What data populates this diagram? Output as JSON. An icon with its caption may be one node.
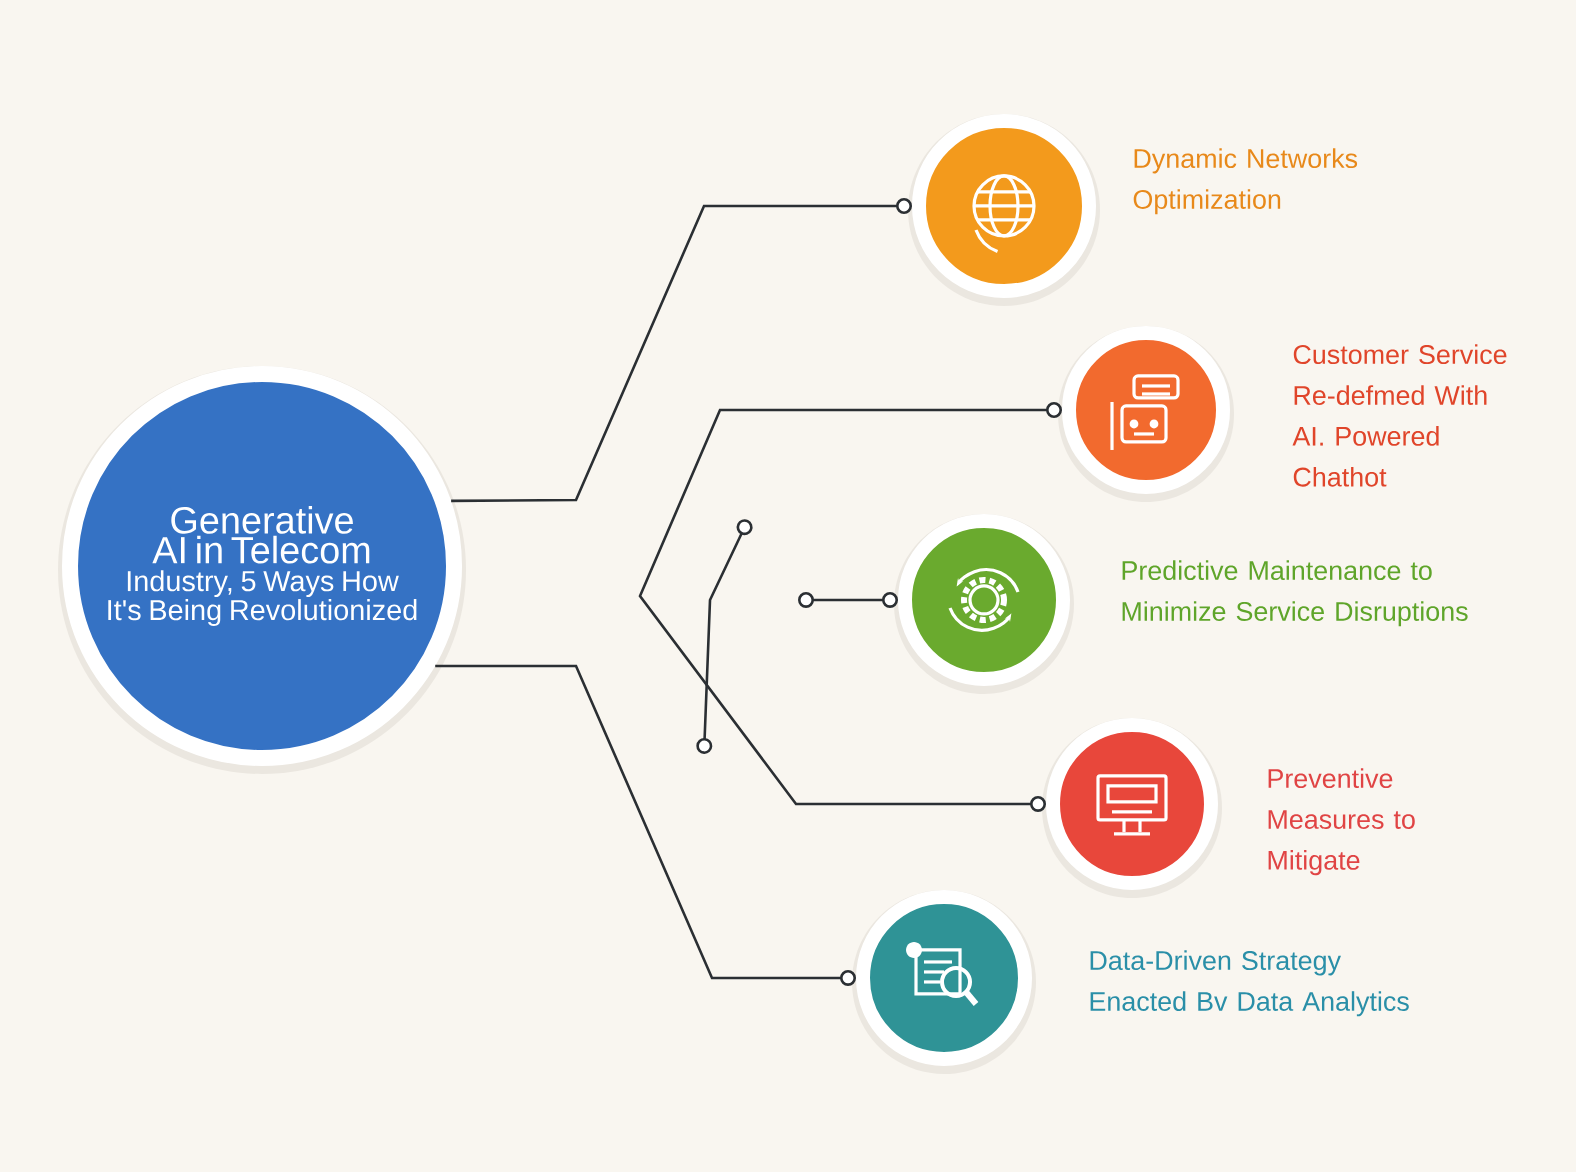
{
  "diagram": {
    "nodes": [
      {
        "text": [
          "Generative AI in Telecom",
          "Industry, 5 Ways How It's Being Revolutionized"
        ]
      },
      {
        "text": [
          "Dynamic Networks Optimization"
        ]
      },
      {
        "text": [
          "Customer Service Re-defmed With AI. Powered Chathot"
        ]
      },
      {
        "text": [
          "Predictive Maintenance to Minimize Service Disruptions"
        ]
      },
      {
        "text": [
          "Preventive Measures to Mitigate"
        ]
      },
      {
        "text": [
          "Data-Driven Strategy Enacted Bv Data Analytics"
        ]
      }
    ],
    "edges": [
      {
        "from": 0,
        "to": 1,
        "arrow": "other"
      },
      {
        "from": 2,
        "to": 4,
        "arrow": "other"
      },
      {
        "from": null,
        "to": 3,
        "arrow": "other"
      },
      {
        "from": 0,
        "to": 5,
        "arrow": "other"
      }
    ]
  }
}
